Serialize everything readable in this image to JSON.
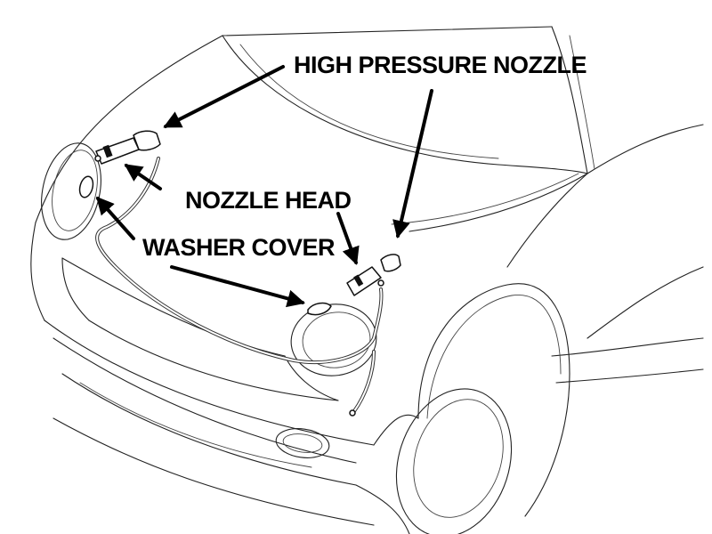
{
  "labels": {
    "high_pressure_nozzle": "HIGH PRESSURE NOZZLE",
    "nozzle_head": "NOZZLE HEAD",
    "washer_cover": "WASHER COVER"
  },
  "colors": {
    "ink": "#000000",
    "background": "#ffffff"
  }
}
